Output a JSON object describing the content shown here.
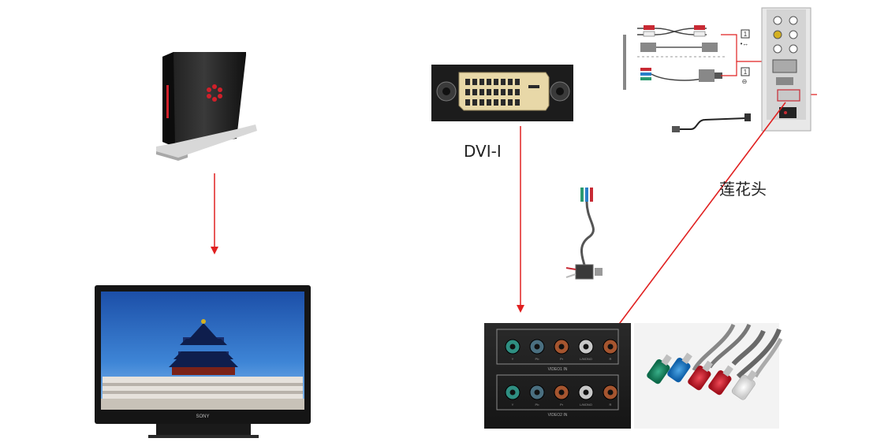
{
  "labels": {
    "dvi": "DVI-I",
    "lotus": "莲花头"
  },
  "tv_brand": "SONY",
  "panel": {
    "row1_tag": "VIDEO1 IN",
    "row2_tag": "VIDEO2 IN",
    "jack_labels": [
      "Y",
      "Pb",
      "Pr",
      "L/MONO",
      "R"
    ]
  },
  "colors": {
    "arrow": "#e02020",
    "accent_red": "#c8202a"
  }
}
